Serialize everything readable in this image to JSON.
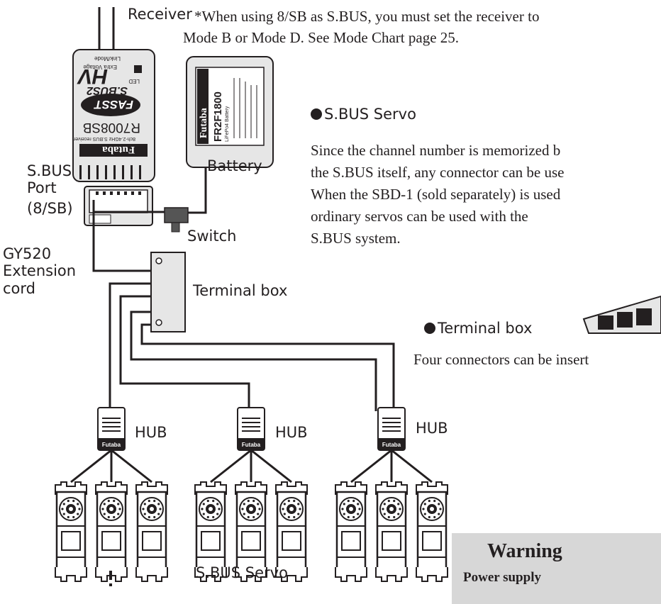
{
  "receiver": {
    "label": "Receiver",
    "brand": "Futaba",
    "model": "R7008SB",
    "subtitle": "8ch-2.4GHz S.BUS receiver",
    "fasst": "FASST",
    "sbus2": "S.BUS2",
    "hv": "HV",
    "extra_voltage": "Extra Voltage",
    "link_mode": "Link/Mode",
    "led": "LED",
    "port_label_lines": [
      "S.BUS",
      "Port",
      "(8/SB)"
    ]
  },
  "note": {
    "line1": "*When using 8/SB as S.BUS, you must set the receiver to",
    "line2": "Mode B or Mode D.  See Mode Chart page 25."
  },
  "battery": {
    "label": "Battery",
    "brand": "Futaba",
    "model": "FR2F1800",
    "type": "LiFePo4 Battery"
  },
  "switch_label": "Switch",
  "extension_label_lines": [
    "GY520",
    "Extension",
    "cord"
  ],
  "terminal_box_label": "Terminal box",
  "hub_label": "HUB",
  "hub_brand": "Futaba",
  "sbus_servo_label": "S.BUS Servo",
  "sbus_servo_section": {
    "heading": "S.BUS Servo",
    "lines": [
      " Since the channel number is memorized b",
      "the S.BUS itself, any connector can be use",
      "When the SBD-1 (sold separately) is used",
      "ordinary servos can be used with the",
      "S.BUS system."
    ]
  },
  "terminal_box_section": {
    "heading": "Terminal box",
    "text": "Four connectors can be insert"
  },
  "warning": {
    "title": "Warning",
    "subtitle": "Power supply"
  },
  "colors": {
    "ink": "#231f20",
    "device_gray": "#e6e6e6",
    "dark_gray": "#555555",
    "warning_bg": "#d7d7d7"
  }
}
